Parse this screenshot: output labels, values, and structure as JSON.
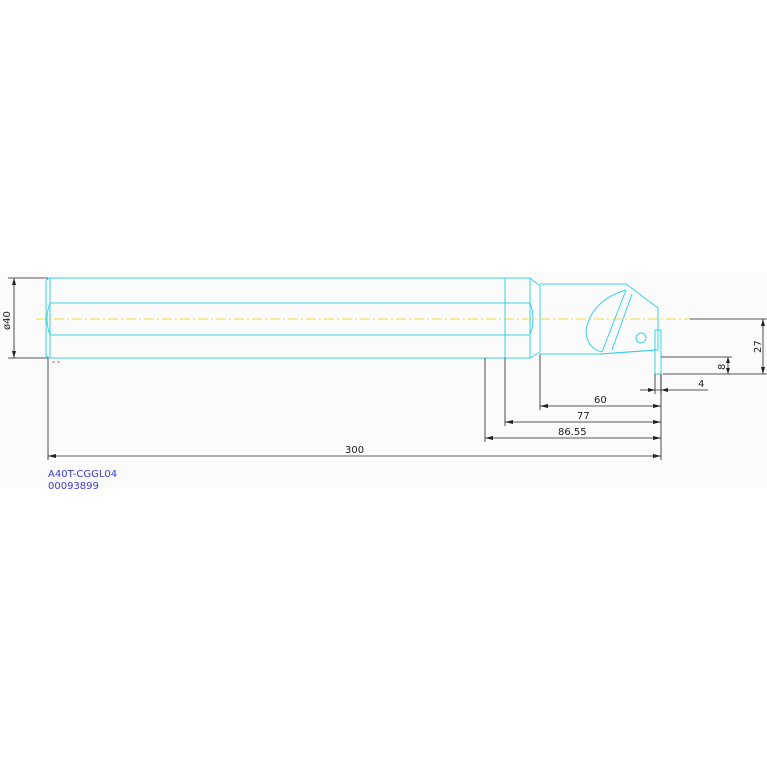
{
  "drawing": {
    "part_number": "A40T-CGGL04",
    "order_code": "00093899",
    "colors": {
      "outline": "#39d3e6",
      "centerline": "#e8d100",
      "dimension": "#222222",
      "label": "#3b3bd6"
    },
    "dimensions": {
      "diameter": "ø40",
      "total_length": "300",
      "len_86": "86.55",
      "len_77": "77",
      "len_60": "60",
      "height_27": "27",
      "height_8": "8",
      "width_4": "4"
    }
  }
}
